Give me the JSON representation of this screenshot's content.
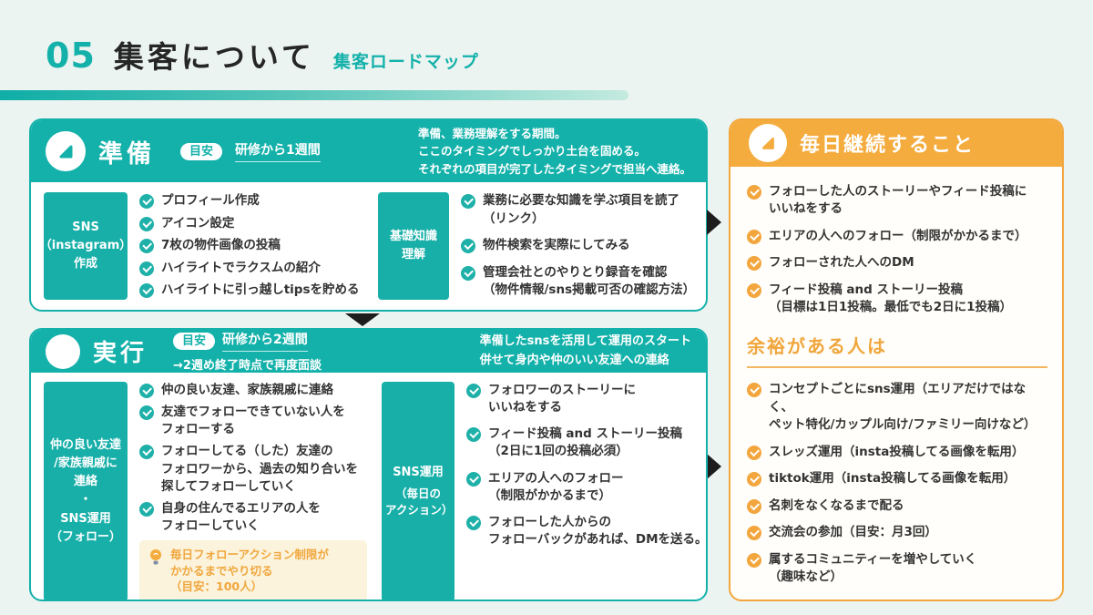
{
  "colors": {
    "teal": "#14B1AA",
    "orange": "#F2A63D",
    "note_background": "#FCF3DC",
    "page_background": "#ECF4F1",
    "arrow": "#1D1D1D"
  },
  "header": {
    "number": "05",
    "title": "集客について",
    "subtitle": "集客ロードマップ"
  },
  "prep": {
    "title": "準備",
    "badge_label": "目安",
    "badge_value": "研修から1週間",
    "description": "準備、業務理解をする期間。\nここのタイミングでしっかり土台を固める。\nそれぞれの項目が完了したタイミングで担当へ連絡。",
    "group1": {
      "label": "SNS\n（instagram）\n作成",
      "items": [
        "プロフィール作成",
        "アイコン設定",
        "7枚の物件画像の投稿",
        "ハイライトでラクスムの紹介",
        "ハイライトに引っ越しtipsを貯める"
      ]
    },
    "group2": {
      "label": "基礎知識\n理解",
      "items": [
        "業務に必要な知識を学ぶ項目を読了\n（リンク）",
        "物件検索を実際にしてみる",
        "管理会社とのやりとり録音を確認\n（物件情報/sns掲載可否の確認方法）"
      ]
    }
  },
  "exec": {
    "title": "実行",
    "badge_label": "目安",
    "badge_value": "研修から2週間",
    "badge_note": "→2週め終了時点で再度面談",
    "description": "準備したsnsを活用して運用のスタート\n併せて身内や仲のいい友達への連絡",
    "group1": {
      "label": "仲の良い友達\n/家族親戚に\n連絡\n・\nSNS運用\n（フォロー）",
      "items": [
        "仲の良い友達、家族親戚に連絡",
        "友達でフォローできていない人を\nフォローする",
        "フォローしてる（した）友達の\nフォロワーから、過去の知り合いを\n探してフォローしていく",
        "自身の住んでるエリアの人を\nフォローしていく"
      ],
      "note": "毎日フォローアクション制限が\nかかるまでやり切る\n（目安：100人）"
    },
    "group2": {
      "label": "SNS運用",
      "sublabel": "（毎日の\nアクション）",
      "items": [
        "フォロワーのストーリーに\nいいねをする",
        "フィード投稿 and ストーリー投稿\n（2日に1回の投稿必須）",
        "エリアの人へのフォロー\n（制限がかかるまで）",
        "フォローした人からの\nフォローバックがあれば、DMを送る。"
      ]
    }
  },
  "daily": {
    "title": "毎日継続すること",
    "items": [
      "フォローした人のストーリーやフィード投稿に\nいいねをする",
      "エリアの人へのフォロー（制限がかかるまで）",
      "フォローされた人へのDM",
      "フィード投稿 and ストーリー投稿\n（目標は1日1投稿。最低でも2日に1投稿）"
    ],
    "subheading": "余裕がある人は",
    "extra_items": [
      "コンセプトごとにsns運用（エリアだけではなく、\nペット特化/カップル向け/ファミリー向けなど）",
      "スレッズ運用（insta投稿してる画像を転用）",
      "tiktok運用（insta投稿してる画像を転用）",
      "名刺をなくなるまで配る",
      "交流会の参加（目安：月3回）",
      "属するコミュニティーを増やしていく\n（趣味など）"
    ]
  }
}
